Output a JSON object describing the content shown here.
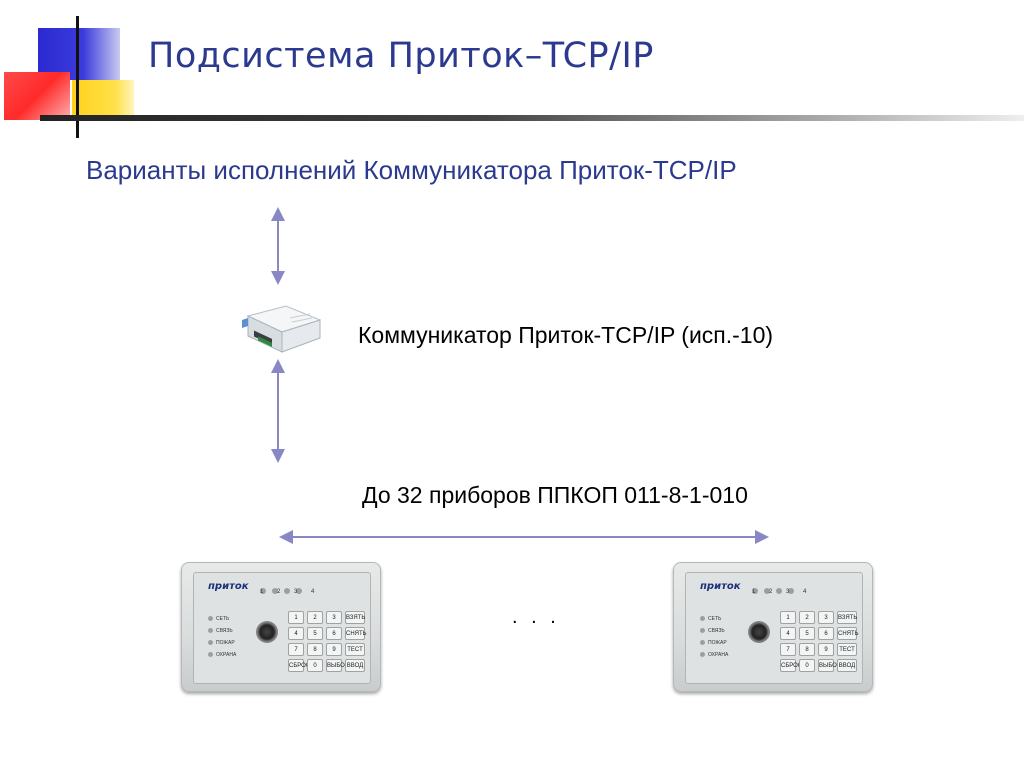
{
  "slide": {
    "title": "Подсистема Приток–TCP/IP",
    "subtitle": "Варианты исполнений Коммуникатора Приток-TCP/IP",
    "communicator_label": "Коммуникатор Приток-TCP/IP (исп.-10)",
    "devices_label": "До 32 приборов ППКОП 011-8-1-010",
    "ellipsis": ". . ."
  },
  "device": {
    "brand": "приток",
    "led_labels": "1 2 3 4",
    "status_labels": [
      "СЕТЬ",
      "СВЯЗЬ",
      "ПОЖАР",
      "ОХРАНА"
    ],
    "keys": [
      "1",
      "2",
      "3",
      "ВЗЯТЬ",
      "4",
      "5",
      "6",
      "СНЯТЬ",
      "7",
      "8",
      "9",
      "ТЕСТ",
      "СБРОС",
      "0",
      "ВЫБОР",
      "ВВОД"
    ]
  },
  "colors": {
    "title": "#2b3a8f",
    "arrow": "#8a88c4"
  }
}
